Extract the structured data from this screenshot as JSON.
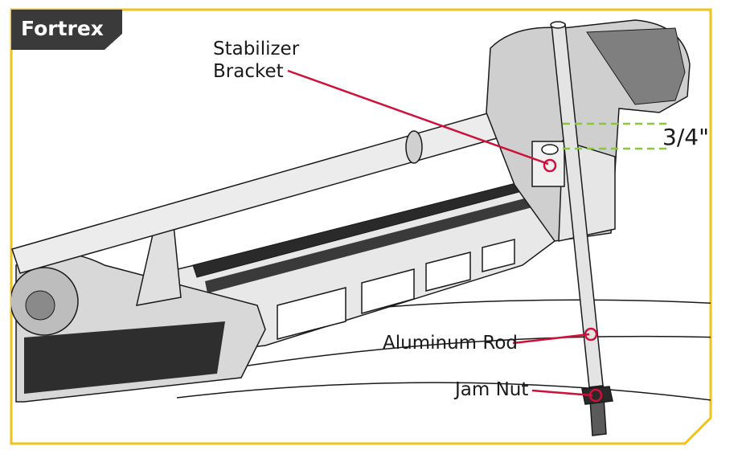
{
  "badge": {
    "label": "Fortrex"
  },
  "labels": {
    "stabilizer_line1": "Stabilizer",
    "stabilizer_line2": "Bracket",
    "dimension": "3/4\"",
    "aluminum_rod": "Aluminum Rod",
    "jam_nut": "Jam Nut"
  },
  "colors": {
    "frame": "#f2c21b",
    "badge_bg": "#3a3a3a",
    "callout": "#d0103a",
    "dimension_guide": "#8cc63f",
    "part_fill": "#e6e6e6",
    "part_shadow": "#9a9a9a",
    "outline": "#1a1a1a"
  }
}
